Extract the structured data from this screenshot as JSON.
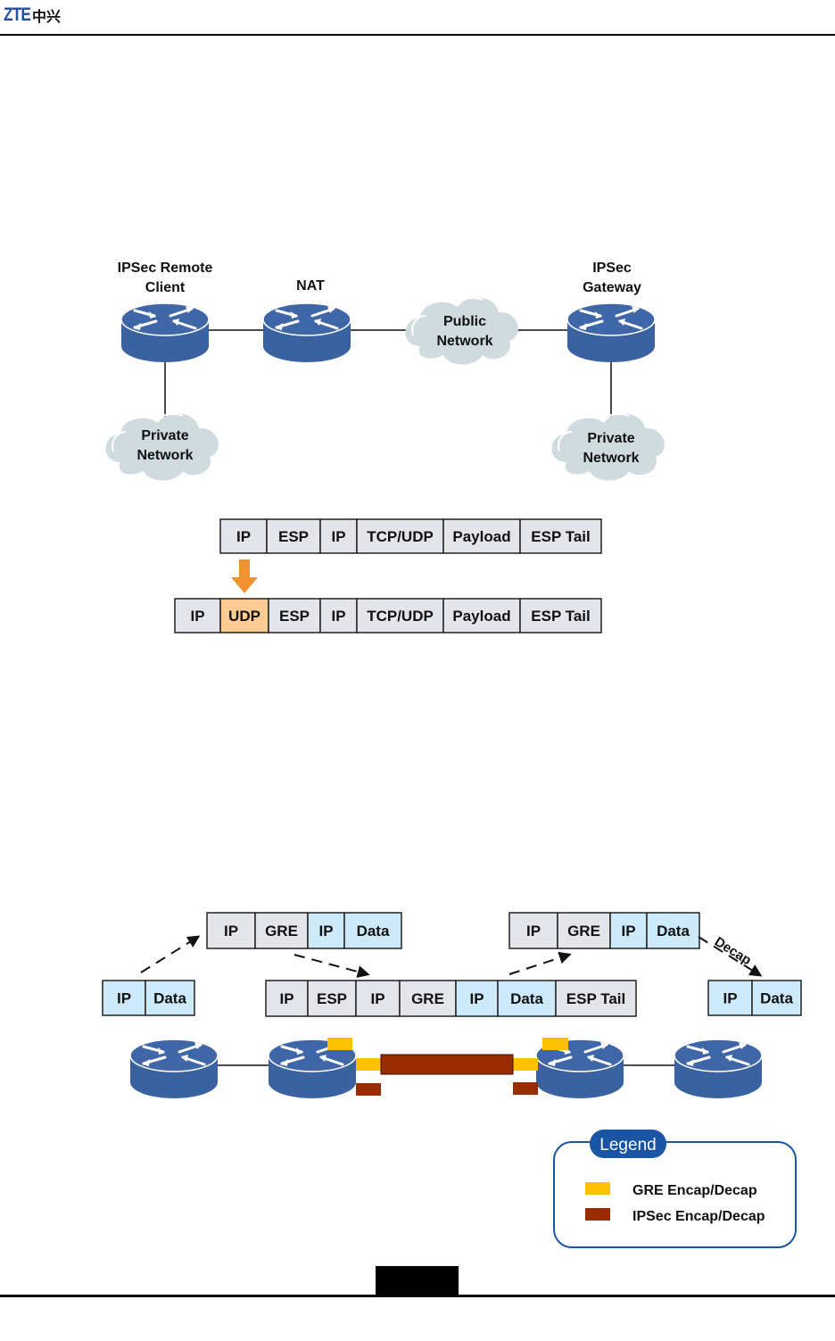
{
  "header": {
    "logo_latin": "ZTE",
    "logo_chinese": "中兴"
  },
  "figure_nat": {
    "nodes": {
      "remote_client": "IPSec Remote Client",
      "remote_client_lines": [
        "IPSec Remote",
        "Client"
      ],
      "nat": "NAT",
      "gateway_lines": [
        "IPSec",
        "Gateway"
      ],
      "public_network_lines": [
        "Public",
        "Network"
      ],
      "private_network_left_lines": [
        "Private",
        "Network"
      ],
      "private_network_right_lines": [
        "Private",
        "Network"
      ]
    },
    "packet_before": [
      "IP",
      "ESP",
      "IP",
      "TCP/UDP",
      "Payload",
      "ESP Tail"
    ],
    "packet_after": [
      "IP",
      "UDP",
      "ESP",
      "IP",
      "TCP/UDP",
      "Payload",
      "ESP Tail"
    ],
    "highlight_field": "UDP"
  },
  "figure_gre": {
    "packet_original_left": [
      "IP",
      "Data"
    ],
    "packet_gre_left": [
      "IP",
      "GRE",
      "IP",
      "Data"
    ],
    "packet_ipsec": [
      "IP",
      "ESP",
      "IP",
      "GRE",
      "IP",
      "Data",
      "ESP Tail"
    ],
    "packet_gre_right": [
      "IP",
      "GRE",
      "IP",
      "Data"
    ],
    "packet_original_right": [
      "IP",
      "Data"
    ],
    "decap_label": "Decap",
    "legend": {
      "title": "Legend",
      "items": [
        {
          "label": "GRE Encap/Decap",
          "color": "#ffc000"
        },
        {
          "label": "IPSec Encap/Decap",
          "color": "#992b00"
        }
      ]
    }
  },
  "colors": {
    "router": "#3b62a0",
    "cloud": "#d0dbe0",
    "cell_gray": "#e3e5ea",
    "cell_blue": "#cdeafb",
    "cell_orange": "#fdcc95",
    "arrow_orange": "#f0922e",
    "legend_blue": "#1a55a5"
  }
}
